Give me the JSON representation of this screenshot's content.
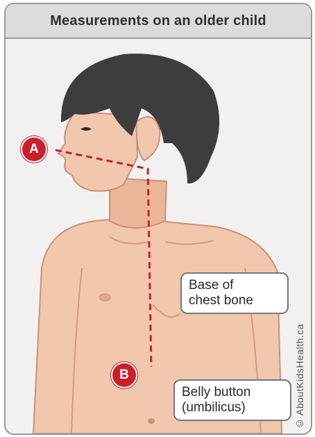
{
  "title": "Measurements on an older child",
  "markers": {
    "a": "A",
    "b": "B"
  },
  "callouts": {
    "chest_bone": [
      "Base of",
      "chest bone"
    ],
    "belly_button": [
      "Belly button",
      "(umbilicus)"
    ]
  },
  "credit": "© AboutKidsHealth.ca",
  "colors": {
    "marker": "#cc1f2a",
    "line": "#cc1f2a",
    "skin": "#f1c7ad",
    "hair": "#3d3d3d"
  }
}
